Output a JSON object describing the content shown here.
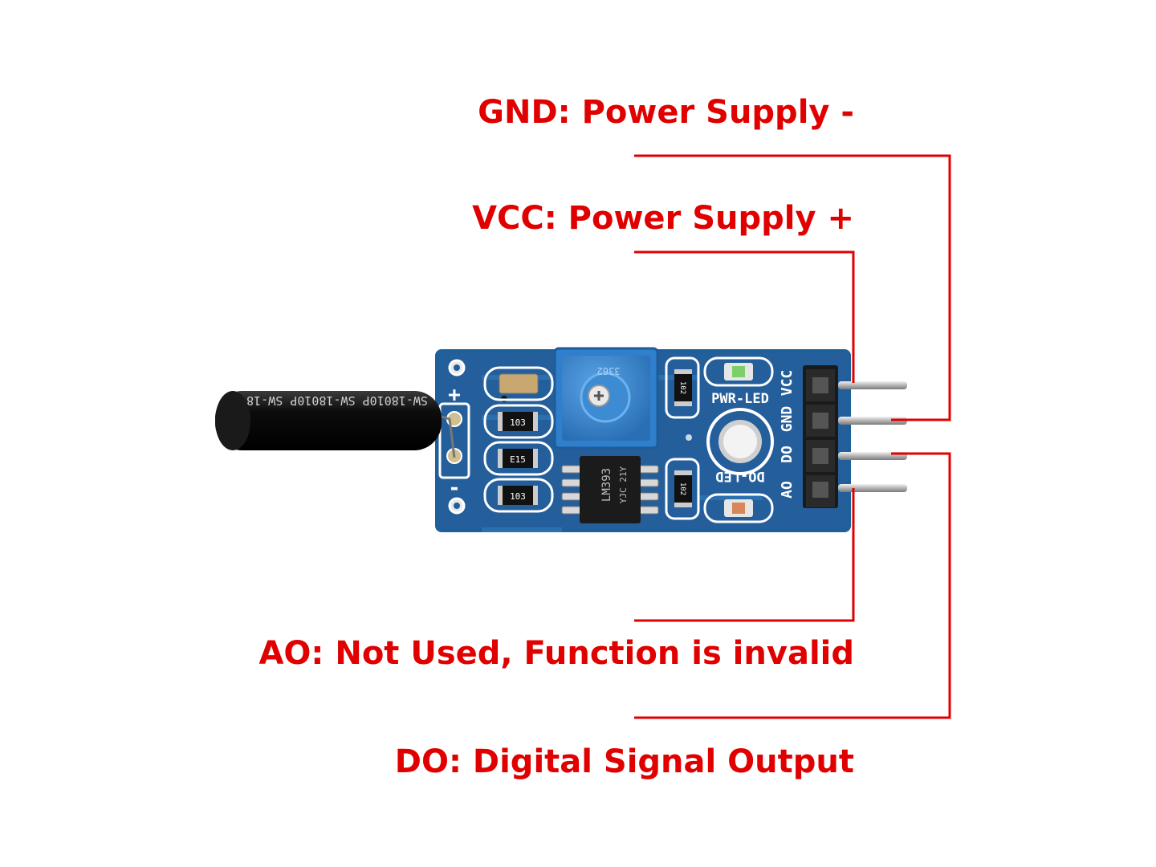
{
  "callouts": {
    "gnd": "GND: Power Supply -",
    "vcc": "VCC: Power Supply +",
    "ao": "AO: Not Used, Function is invalid",
    "do": "DO: Digital Signal Output"
  },
  "board": {
    "pin_labels": [
      "VCC",
      "GND",
      "DO",
      "AO"
    ],
    "pwr_led_label": "PWR-LED",
    "do_led_label": "DO-LED",
    "plus_label": "+",
    "minus_label": "-",
    "chip_label": "LM393",
    "chip_sub_label": "YJC 21Y",
    "trimpot_label": "3362",
    "sensor_label": "SW-18010P SW-18010P SW-18",
    "resistor_labels": [
      "103",
      "E15",
      "103",
      "102",
      "102"
    ]
  },
  "colors": {
    "callout_text": "#e00000",
    "callout_line": "#e00000",
    "pcb": "#1f5f9a",
    "pcb_trace": "#2d78b8",
    "silkscreen": "#ffffff",
    "pins": "#c8c8c8",
    "header": "#1a1a1a",
    "sensor": "#111111",
    "trimpot": "#3a86d0"
  }
}
